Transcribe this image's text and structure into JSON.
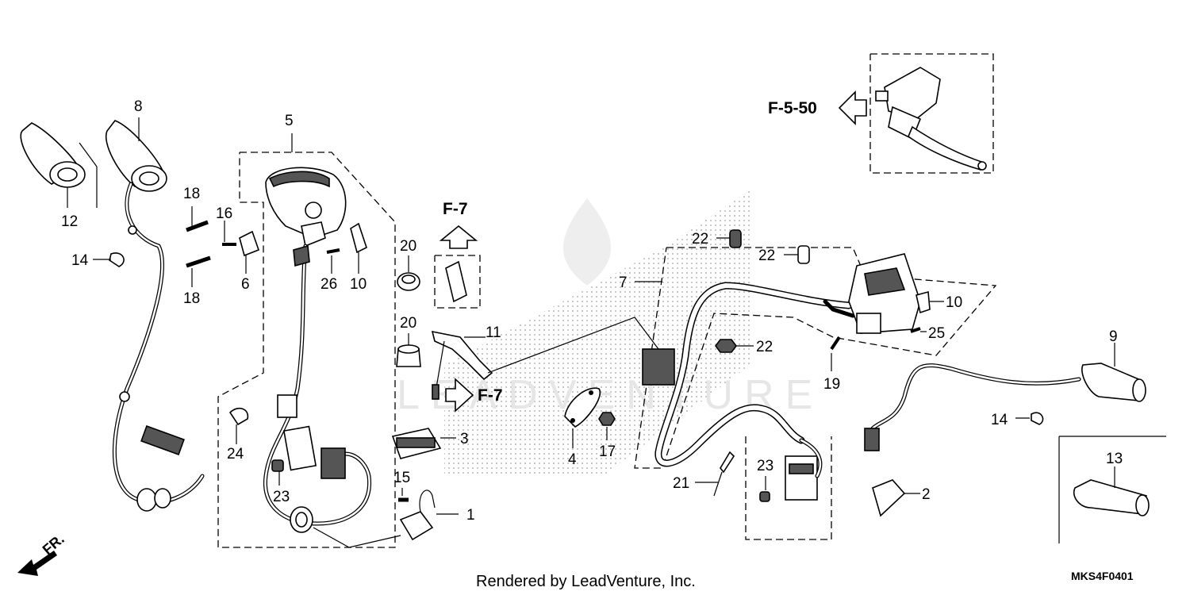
{
  "callouts": {
    "c1": "1",
    "c2": "2",
    "c3": "3",
    "c4": "4",
    "c5": "5",
    "c6": "6",
    "c7": "7",
    "c8": "8",
    "c9": "9",
    "c10a": "10",
    "c10b": "10",
    "c11": "11",
    "c12": "12",
    "c13": "13",
    "c14a": "14",
    "c14b": "14",
    "c15": "15",
    "c16": "16",
    "c17": "17",
    "c18a": "18",
    "c18b": "18",
    "c19": "19",
    "c20a": "20",
    "c20b": "20",
    "c21": "21",
    "c22a": "22",
    "c22b": "22",
    "c22c": "22",
    "c23a": "23",
    "c23b": "23",
    "c24": "24",
    "c25": "25",
    "c26": "26"
  },
  "references": {
    "f7_up": "F-7",
    "f7_right": "F-7",
    "f550": "F-5-50"
  },
  "direction_label": "FR.",
  "watermark": "LEADVENTURE",
  "footer": {
    "rendered_by": "Rendered by LeadVenture, Inc.",
    "diagram_code": "MKS4F0401"
  }
}
